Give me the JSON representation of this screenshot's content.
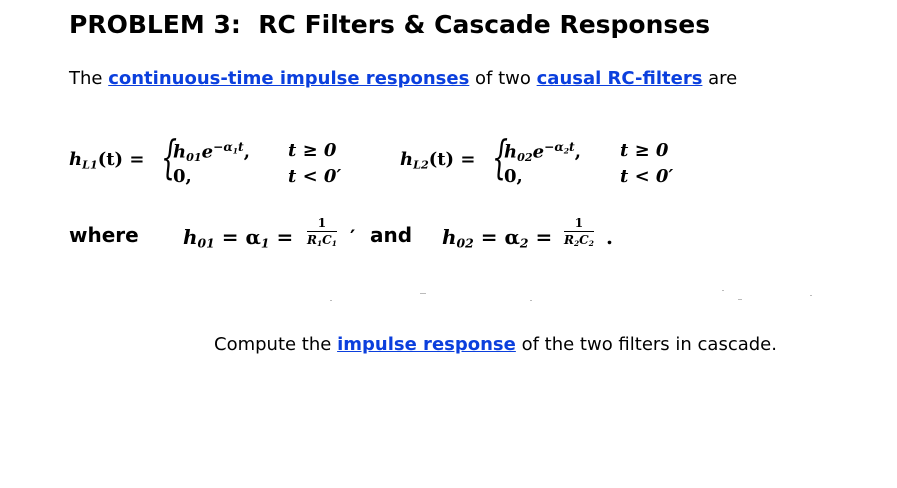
{
  "title": "PROBLEM 3:  RC Filters & Cascade Responses",
  "intro": {
    "before": "The ",
    "link1": "continuous-time impulse responses",
    "middle": " of two ",
    "link2": "causal RC-filters",
    "after": " are"
  },
  "eq1": {
    "lhs": "h",
    "lhs_sub": "L1",
    "lhs_arg": "(t) =",
    "case1_coef": "h",
    "case1_coef_sub": "01",
    "case1_exp_base": "e",
    "case1_exp": "−α",
    "case1_exp_sub": "1",
    "case1_exp_t": "t",
    "case1_comma": ",",
    "case1_cond": "t ≥ 0",
    "case2_val": "0,",
    "case2_cond": "t < 0′"
  },
  "eq2": {
    "lhs": "h",
    "lhs_sub": "L2",
    "lhs_arg": "(t) =",
    "case1_coef": "h",
    "case1_coef_sub": "02",
    "case1_exp_base": "e",
    "case1_exp": "−α",
    "case1_exp_sub": "2",
    "case1_exp_t": "t",
    "case1_comma": ",",
    "case1_cond": "t ≥ 0",
    "case2_val": "0,",
    "case2_cond": "t < 0′"
  },
  "where": {
    "where_word": "where",
    "h01": "h",
    "h01_sub": "01",
    "eq_a1": "= α",
    "a1_sub": "1",
    "eq_sign1": "=",
    "frac1_num": "1",
    "frac1_den_R": "R",
    "frac1_den_R_sub": "1",
    "frac1_den_C": "C",
    "frac1_den_C_sub": "1",
    "frac1_tail": "′",
    "and_word": "and",
    "h02": "h",
    "h02_sub": "02",
    "eq_a2": "= α",
    "a2_sub": "2",
    "eq_sign2": "=",
    "frac2_num": "1",
    "frac2_den_R": "R",
    "frac2_den_R_sub": "2",
    "frac2_den_C": "C",
    "frac2_den_C_sub": "2",
    "frac2_tail": "."
  },
  "question": {
    "before": "Compute the ",
    "link": "impulse response",
    "after": " of the two filters in cascade."
  },
  "colors": {
    "link": "#0b3fdd",
    "text": "#000000",
    "background": "#ffffff"
  }
}
